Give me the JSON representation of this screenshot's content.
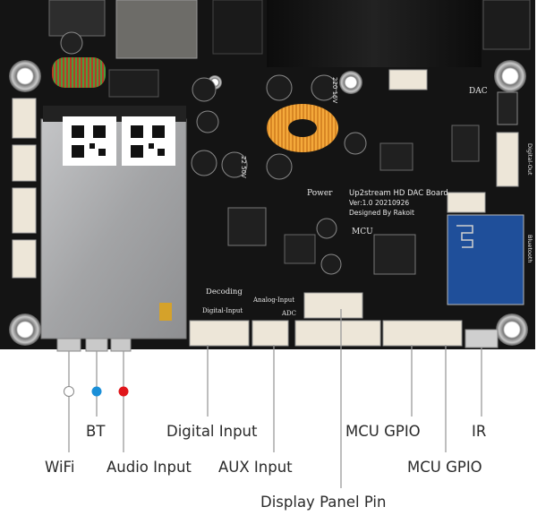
{
  "board": {
    "silkscreen": {
      "title": "Up2stream HD DAC Board",
      "version": "Ver:1.0  20210926",
      "designer": "Designed By Rakoit",
      "dac": "DAC",
      "power": "Power",
      "mcu": "MCU",
      "decoding": "Decoding",
      "digital_input": "Digital-Input",
      "analog_input": "Analog-Input",
      "adc": "ADC",
      "digital_out": "Digital-Out",
      "bluetooth": "Bluetooth",
      "cap_220_16v": "220 16V",
      "cap_22_50v": "22 50V"
    }
  },
  "callouts": {
    "wifi": "WiFi",
    "bt": "BT",
    "audio_input": "Audio Input",
    "digital_input": "Digital Input",
    "aux_input": "AUX Input",
    "display_panel_pin": "Display Panel Pin",
    "mcu_gpio_1": "MCU GPIO",
    "mcu_gpio_2": "MCU GPIO",
    "ir": "IR"
  },
  "colors": {
    "board": "#151515",
    "shield": "#a9aaac",
    "connector": "#ede6d8",
    "bt_dot": "#1a8fd8",
    "audio_dot": "#e0161b",
    "bt_module": "#1f4f9a"
  }
}
